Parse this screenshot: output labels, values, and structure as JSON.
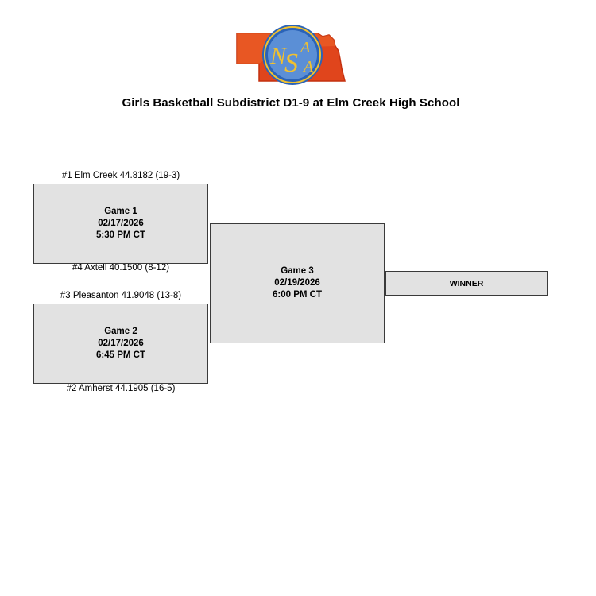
{
  "logo": {
    "text": "NSAA",
    "colors": {
      "state_fill": "#e0451c",
      "state_edge": "#c4300f",
      "ring_outer": "#2a63b8",
      "ring_inner": "#5b8fd6",
      "letters": "#f2c12e"
    }
  },
  "title": "Girls Basketball Subdistrict D1-9 at Elm Creek High School",
  "teams": [
    "#1 Elm Creek 44.8182 (19-3)",
    "#4 Axtell 40.1500 (8-12)",
    "#3 Pleasanton 41.9048 (13-8)",
    "#2 Amherst 44.1905 (16-5)"
  ],
  "games": [
    {
      "name": "Game 1",
      "date": "02/17/2026",
      "time": "5:30 PM CT"
    },
    {
      "name": "Game 2",
      "date": "02/17/2026",
      "time": "6:45 PM CT"
    },
    {
      "name": "Game 3",
      "date": "02/19/2026",
      "time": "6:00 PM CT"
    }
  ],
  "winner": "WINNER",
  "colors": {
    "box_fill": "#e2e2e2",
    "box_border": "#3a3a3a"
  }
}
